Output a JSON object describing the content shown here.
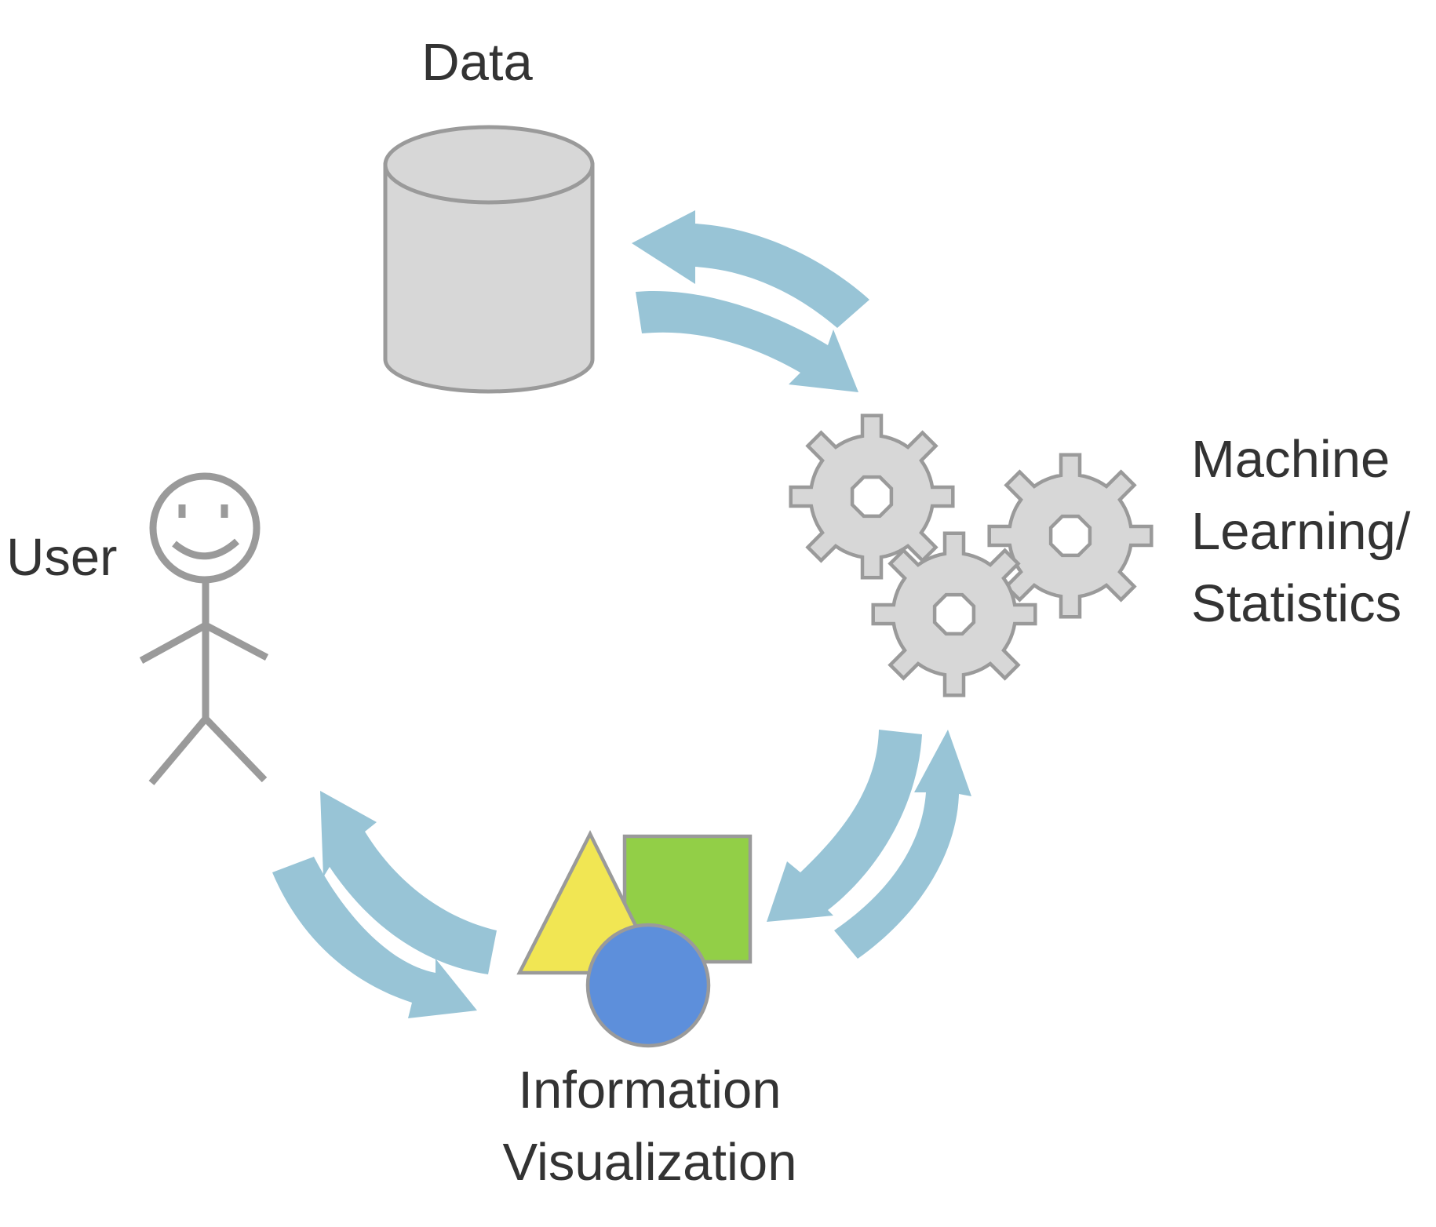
{
  "labels": {
    "data": "Data",
    "user": "User",
    "ml_line1": "Machine",
    "ml_line2": "Learning/",
    "ml_line3": "Statistics",
    "vis_line1": "Information",
    "vis_line2": "Visualization"
  },
  "colors": {
    "arrow": "#98c4d6",
    "outline": "#9a9a9a",
    "cylinder_fill": "#d7d7d7",
    "gear_fill": "#d7d7d7",
    "triangle": "#f1e653",
    "square": "#92cf47",
    "circle": "#5d8fdb",
    "text": "#333333"
  },
  "icons": {
    "data": "database-cylinder-icon",
    "user": "stick-figure-user-icon",
    "ml": "gears-icon",
    "vis": "shapes-icon"
  }
}
